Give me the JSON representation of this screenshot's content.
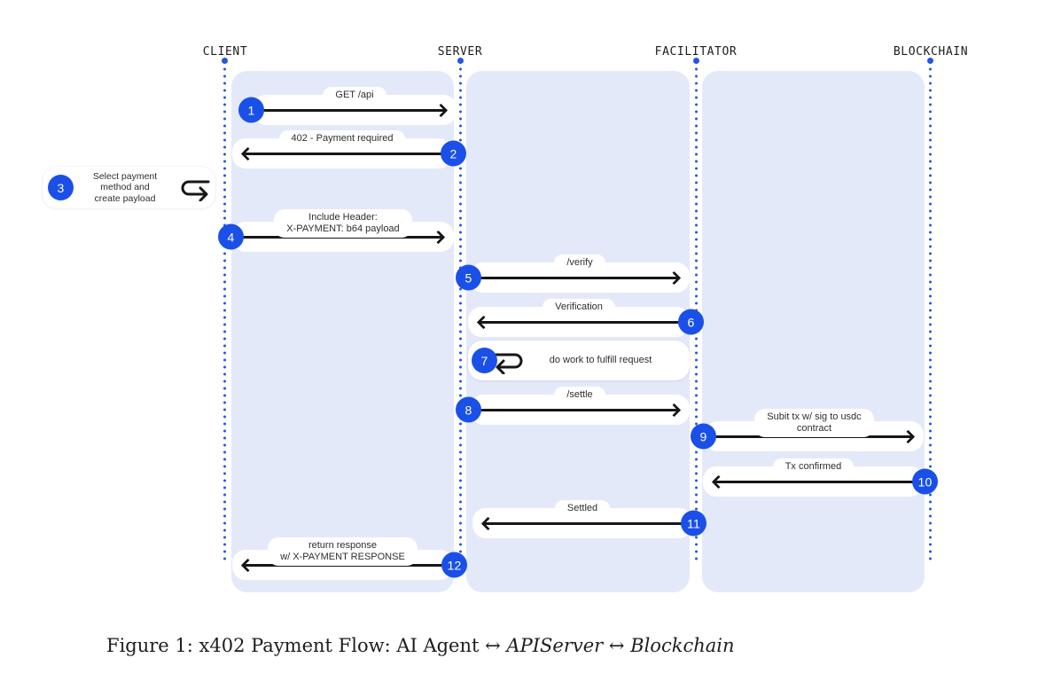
{
  "diagram": {
    "lanes": [
      {
        "label": "CLIENT"
      },
      {
        "label": "SERVER"
      },
      {
        "label": "FACILITATOR"
      },
      {
        "label": "BLOCKCHAIN"
      }
    ],
    "messages": [
      {
        "num": "1",
        "lines": [
          "GET /api"
        ],
        "from": "CLIENT",
        "to": "SERVER",
        "direction": "right"
      },
      {
        "num": "2",
        "lines": [
          "402 - Payment required"
        ],
        "from": "SERVER",
        "to": "CLIENT",
        "direction": "left"
      },
      {
        "num": "3",
        "lines": [
          "Select payment",
          "method and",
          "create payload"
        ],
        "from": "CLIENT",
        "to": "CLIENT",
        "direction": "self"
      },
      {
        "num": "4",
        "lines": [
          "Include Header:",
          "X-PAYMENT: b64 payload"
        ],
        "from": "CLIENT",
        "to": "SERVER",
        "direction": "right"
      },
      {
        "num": "5",
        "lines": [
          "/verify"
        ],
        "from": "SERVER",
        "to": "FACILITATOR",
        "direction": "right"
      },
      {
        "num": "6",
        "lines": [
          "Verification"
        ],
        "from": "FACILITATOR",
        "to": "SERVER",
        "direction": "left"
      },
      {
        "num": "7",
        "lines": [
          "do work to fulfill request"
        ],
        "from": "SERVER",
        "to": "SERVER",
        "direction": "self"
      },
      {
        "num": "8",
        "lines": [
          "/settle"
        ],
        "from": "SERVER",
        "to": "FACILITATOR",
        "direction": "right"
      },
      {
        "num": "9",
        "lines": [
          "Subit tx w/ sig to usdc",
          "contract"
        ],
        "from": "FACILITATOR",
        "to": "BLOCKCHAIN",
        "direction": "right"
      },
      {
        "num": "10",
        "lines": [
          "Tx confirmed"
        ],
        "from": "BLOCKCHAIN",
        "to": "FACILITATOR",
        "direction": "left"
      },
      {
        "num": "11",
        "lines": [
          "Settled"
        ],
        "from": "FACILITATOR",
        "to": "SERVER",
        "direction": "left"
      },
      {
        "num": "12",
        "lines": [
          "return response",
          "w/ X-PAYMENT RESPONSE"
        ],
        "from": "SERVER",
        "to": "CLIENT",
        "direction": "left"
      }
    ]
  },
  "caption": {
    "parts": [
      {
        "text": "Figure 1: x402 Payment Flow: AI Agent "
      },
      {
        "text": "↔"
      },
      {
        "text": " APIServer "
      },
      {
        "text": "↔"
      },
      {
        "text": " Blockchain"
      }
    ]
  },
  "colors": {
    "accent_blue": "#1a50e8",
    "lifeline_blue": "#2457dd",
    "lane_bg": "#e4e9fa",
    "arrow_black": "#161616"
  }
}
